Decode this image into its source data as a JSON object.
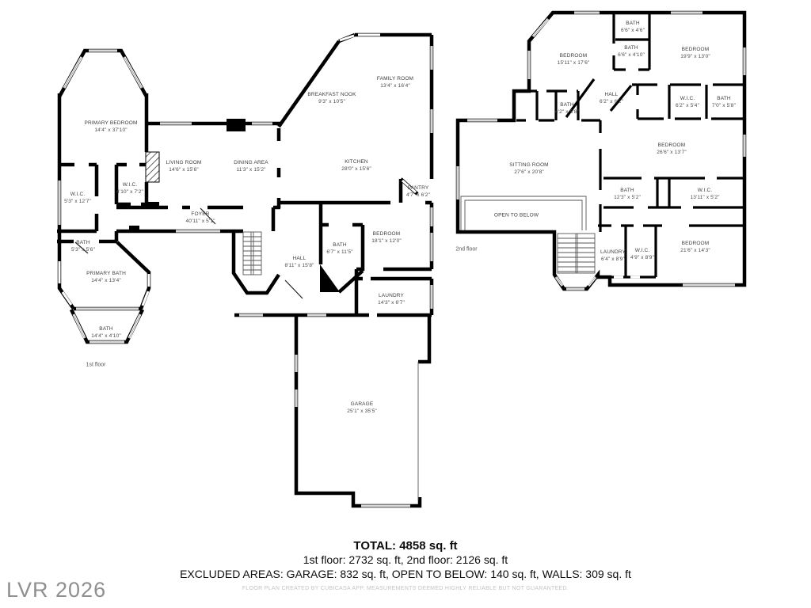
{
  "floors": {
    "first": {
      "caption": "1st floor",
      "rooms": {
        "primary_bedroom": {
          "name": "PRIMARY BEDROOM",
          "dims": "14'4\" x 37'10\""
        },
        "wic_left": {
          "name": "W.I.C.",
          "dims": "5'3\" x 12'7\""
        },
        "wic_small": {
          "name": "W.I.C.",
          "dims": "4'10\" x 7'2\""
        },
        "living_room": {
          "name": "LIVING ROOM",
          "dims": "14'6\" x 15'6\""
        },
        "dining_area": {
          "name": "DINING AREA",
          "dims": "11'3\" x 15'2\""
        },
        "foyer": {
          "name": "FOYER",
          "dims": "40'11\" x 5'1\""
        },
        "breakfast_nook": {
          "name": "BREAKFAST NOOK",
          "dims": "9'3\" x 10'5\""
        },
        "family_room": {
          "name": "FAMILY ROOM",
          "dims": "13'4\" x 16'4\""
        },
        "kitchen": {
          "name": "KITCHEN",
          "dims": "28'0\" x 15'6\""
        },
        "pantry": {
          "name": "PANTRY",
          "dims": "4'7\" x 6'2\""
        },
        "bath_small": {
          "name": "BATH",
          "dims": "5'3\" x 5'6\""
        },
        "primary_bath": {
          "name": "PRIMARY BATH",
          "dims": "14'4\" x 13'4\""
        },
        "bath_bay": {
          "name": "BATH",
          "dims": "14'4\" x 4'10\""
        },
        "hall": {
          "name": "HALL",
          "dims": "8'11\" x 15'8\""
        },
        "bath_hall": {
          "name": "BATH",
          "dims": "6'7\" x 11'5\""
        },
        "bedroom": {
          "name": "BEDROOM",
          "dims": "18'1\" x 12'0\""
        },
        "laundry": {
          "name": "LAUNDRY",
          "dims": "14'3\" x 6'7\""
        },
        "garage": {
          "name": "GARAGE",
          "dims": "25'1\" x 35'5\""
        }
      }
    },
    "second": {
      "caption": "2nd floor",
      "rooms": {
        "bedroom_nw": {
          "name": "BEDROOM",
          "dims": "15'11\" x 17'6\""
        },
        "bath_top": {
          "name": "BATH",
          "dims": "6'6\" x 4'6\""
        },
        "bath_top2": {
          "name": "BATH",
          "dims": "6'6\" x 4'10\""
        },
        "bedroom_ne": {
          "name": "BEDROOM",
          "dims": "19'9\" x 13'0\""
        },
        "bath_small2": {
          "name": "BATH",
          "dims": "4'2\" x 5'8\""
        },
        "hall2": {
          "name": "HALL",
          "dims": "6'2\" x 6'2\""
        },
        "wic_top": {
          "name": "W.I.C.",
          "dims": "6'2\" x 5'4\""
        },
        "bath_right": {
          "name": "BATH",
          "dims": "7'0\" x 5'8\""
        },
        "sitting_room": {
          "name": "SITTING ROOM",
          "dims": "27'6\" x 20'8\""
        },
        "bedroom_e": {
          "name": "BEDROOM",
          "dims": "26'6\" x 13'7\""
        },
        "bath_mid": {
          "name": "BATH",
          "dims": "12'3\" x 5'2\""
        },
        "wic_mid": {
          "name": "W.I.C.",
          "dims": "13'11\" x 5'2\""
        },
        "open_below": {
          "name": "OPEN TO BELOW"
        },
        "laundry2": {
          "name": "LAUNDRY",
          "dims": "6'4\" x 8'9\""
        },
        "wic_low": {
          "name": "W.I.C.",
          "dims": "4'9\" x 8'9\""
        },
        "bedroom_se": {
          "name": "BEDROOM",
          "dims": "21'6\" x 14'3\""
        }
      }
    }
  },
  "summary": {
    "total": "TOTAL: 4858 sq. ft",
    "floors_line": "1st floor: 2732 sq. ft, 2nd floor: 2126 sq. ft",
    "excluded_line": "EXCLUDED AREAS: GARAGE: 832 sq. ft, OPEN TO BELOW: 140 sq. ft, WALLS: 309 sq. ft",
    "disclaimer": "FLOOR PLAN CREATED BY CUBICASA APP. MEASUREMENTS DEEMED HIGHLY RELIABLE BUT NOT GUARANTEED.",
    "watermark": "LVR 2026"
  }
}
